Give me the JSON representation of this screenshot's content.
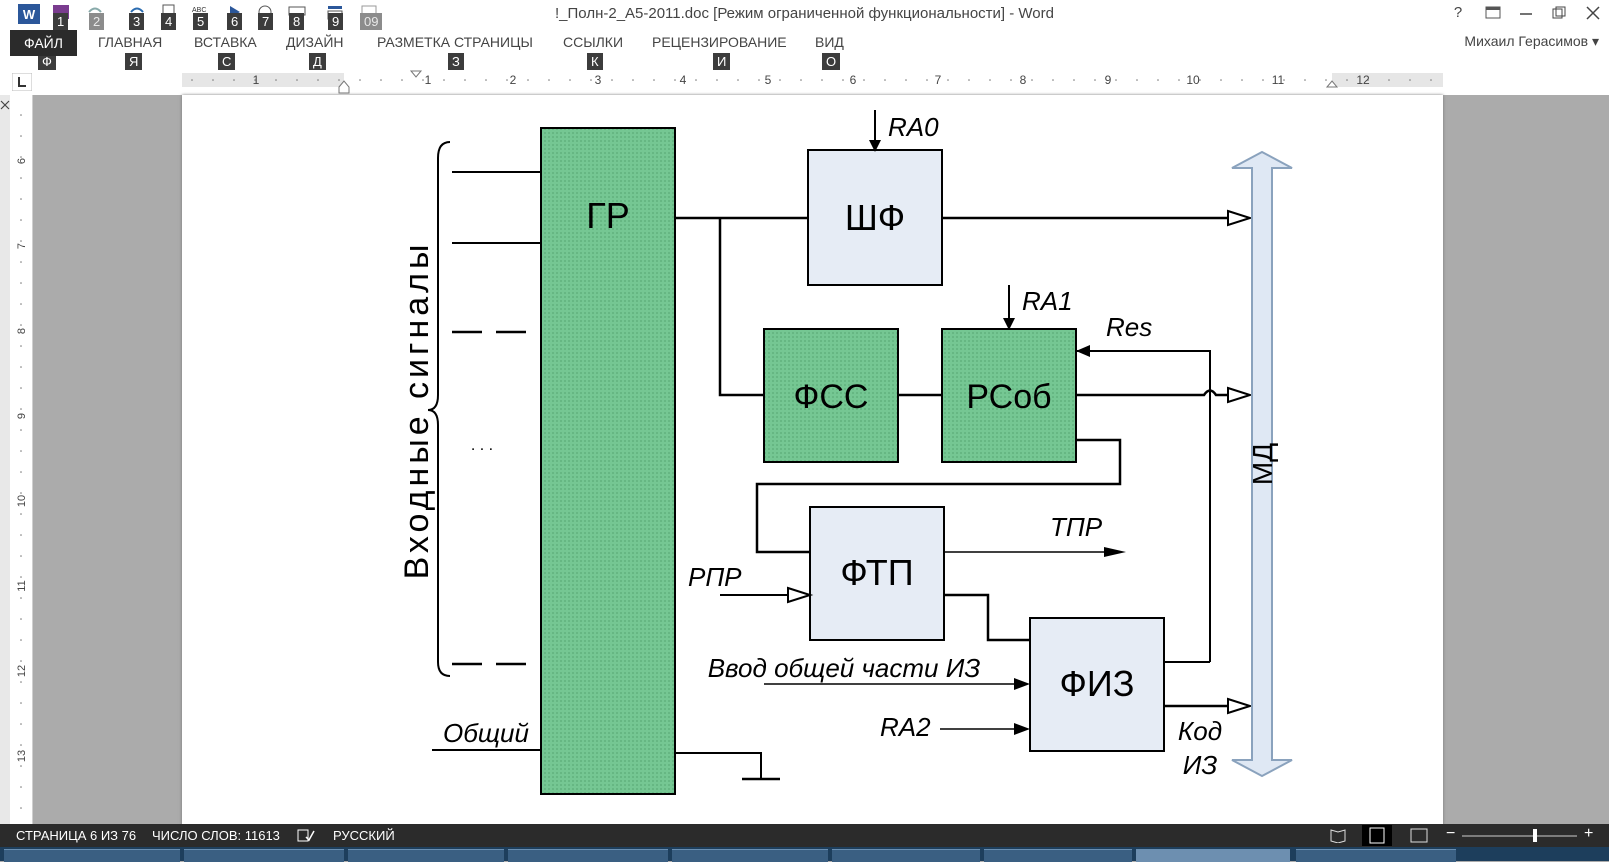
{
  "window": {
    "title": "!_Полн-2_А5-2011.doc [Режим ограниченной функциональности] - Word",
    "help": "?",
    "user": "Михаил Герасимов"
  },
  "quick_access": {
    "keytips": [
      "1",
      "2",
      "3",
      "4",
      "5",
      "6",
      "7",
      "8",
      "9",
      "09"
    ],
    "icons": [
      "word-logo-icon",
      "save-icon",
      "undo-icon",
      "redo-icon",
      "new-document-icon",
      "spelling-icon",
      "play-icon",
      "web-icon",
      "print-layout-icon",
      "page-view-icon",
      "format-painter-icon"
    ]
  },
  "ribbon": {
    "tabs": [
      {
        "label": "ФАЙЛ",
        "keytip": "Ф"
      },
      {
        "label": "ГЛАВНАЯ",
        "keytip": "Я"
      },
      {
        "label": "ВСТАВКА",
        "keytip": "С"
      },
      {
        "label": "ДИЗАЙН",
        "keytip": "Д"
      },
      {
        "label": "РАЗМЕТКА СТРАНИЦЫ",
        "keytip": "З"
      },
      {
        "label": "ССЫЛКИ",
        "keytip": "К"
      },
      {
        "label": "РЕЦЕНЗИРОВАНИЕ",
        "keytip": "И"
      },
      {
        "label": "ВИД",
        "keytip": "О"
      }
    ]
  },
  "ruler": {
    "h_numbers": [
      "1",
      "1",
      "2",
      "3",
      "4",
      "5",
      "6",
      "7",
      "8",
      "9",
      "10",
      "11",
      "12"
    ],
    "v_numbers": [
      "6",
      "7",
      "8",
      "9",
      "10",
      "11",
      "12",
      "13"
    ]
  },
  "diagram": {
    "inputs_label": "Входные сигналы",
    "dots": ". . .",
    "common_label": "Общий",
    "blocks": {
      "gr": "ГР",
      "shf": "ШФ",
      "fss": "ФСС",
      "rsob": "РСоб",
      "ftp": "ФТП",
      "fiz": "ФИЗ"
    },
    "signals": {
      "ra0": "RA0",
      "ra1": "RA1",
      "ra2": "RA2",
      "res": "Res",
      "tpr": "ТПР",
      "rpr": "РПР",
      "common_part": "Ввод общей части ИЗ",
      "code_line1": "Код",
      "code_line2": "ИЗ",
      "bus": "МД"
    },
    "colors": {
      "green_block": "#75c793",
      "blue_block": "#e6ecf5",
      "bus_fill": "#dfe8f4"
    }
  },
  "status": {
    "page": "СТРАНИЦА 6 ИЗ 76",
    "words": "ЧИСЛО СЛОВ: 11613",
    "language": "РУССКИЙ"
  }
}
